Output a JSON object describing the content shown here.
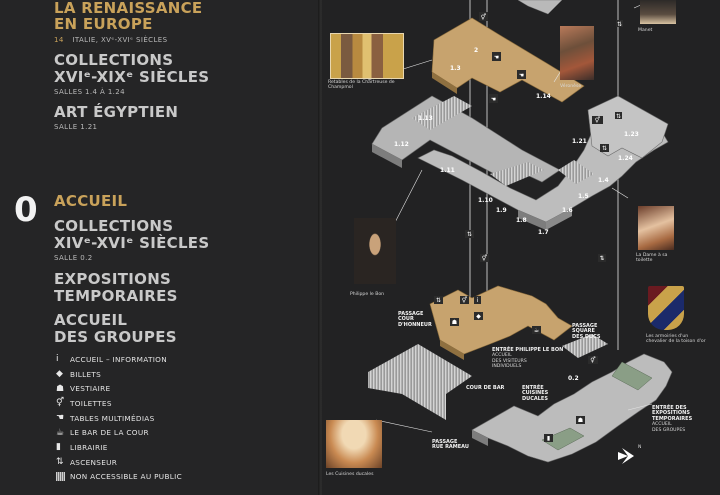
{
  "left": {
    "renaissance_line1": "LA RENAISSANCE",
    "renaissance_line2": "EN EUROPE",
    "renaissance_sub_num": "14",
    "renaissance_sub": "ITALIE, XVᵉ-XVIᵉ SIÈCLES",
    "collections_xvi_line1": "COLLECTIONS",
    "collections_xvi_line2": "XVIᵉ-XIXᵉ SIÈCLES",
    "collections_xvi_sub": "SALLES 1.4 À 1.24",
    "egypt_title": "ART ÉGYPTIEN",
    "egypt_sub": "SALLE 1.21",
    "floor_number": "0",
    "accueil": "ACCUEIL",
    "collections_xiv_line1": "COLLECTIONS",
    "collections_xiv_line2": "XIVᵉ-XVIᵉ SIÈCLES",
    "collections_xiv_sub": "SALLE 0.2",
    "expo_line1": "EXPOSITIONS",
    "expo_line2": "TEMPORAIRES",
    "groupes_line1": "ACCUEIL",
    "groupes_line2": "DES GROUPES"
  },
  "legend": [
    {
      "icon": "info-icon",
      "glyph": "i",
      "label": "ACCUEIL – INFORMATION"
    },
    {
      "icon": "ticket-icon",
      "glyph": "◆",
      "label": "BILLETS"
    },
    {
      "icon": "cloakroom-icon",
      "glyph": "☗",
      "label": "VESTIAIRE"
    },
    {
      "icon": "toilets-icon",
      "glyph": "⚥",
      "label": "TOILETTES"
    },
    {
      "icon": "multimedia-table-icon",
      "glyph": "☚",
      "label": "TABLES MULTIMÉDIAS"
    },
    {
      "icon": "bar-icon",
      "glyph": "☕",
      "label": "LE BAR DE LA COUR"
    },
    {
      "icon": "bookshop-icon",
      "glyph": "▮",
      "label": "LIBRAIRIE"
    },
    {
      "icon": "elevator-icon",
      "glyph": "⇅",
      "label": "ASCENSEUR"
    },
    {
      "icon": "hatch-icon",
      "glyph": "",
      "label": "NON ACCESSIBLE AU PUBLIC"
    }
  ],
  "map": {
    "rooms_upper": [
      "2",
      "1.3",
      "1.14",
      "1.13",
      "1.12",
      "1.11",
      "1.10",
      "1.9",
      "1.8",
      "1.7",
      "1.6",
      "1.5",
      "1.4",
      "1.21",
      "1.23",
      "1.24"
    ],
    "rooms_lower": [
      "0.2"
    ],
    "artworks": {
      "manet": "Manet",
      "veronese": "Véronèse",
      "champmol": "Retables de la Chartreuse de Champmol",
      "philippe": "Philippe le Bon",
      "dame": "La Dame à sa toilette",
      "armoiries": "Les armoiries d'un chevalier de la toison d'or",
      "cuisines": "Les Cuisines ducales"
    },
    "places": {
      "passage_cour_line1": "PASSAGE",
      "passage_cour_line2": "COUR",
      "passage_cour_line3": "D'HONNEUR",
      "entree_philippe_line1": "ENTRÉE PHILIPPE LE BON",
      "entree_philippe_line2": "ACCUEIL",
      "entree_philippe_line3": "DES VISITEURS",
      "entree_philippe_line4": "INDIVIDUELS",
      "passage_ducs_line1": "PASSAGE",
      "passage_ducs_line2": "SQUARE",
      "passage_ducs_line3": "DES DUCS",
      "cour_de_bar": "COUR DE BAR",
      "entree_cuisines_line1": "ENTRÉE",
      "entree_cuisines_line2": "CUISINES",
      "entree_cuisines_line3": "DUCALES",
      "passage_rameau_line1": "PASSAGE",
      "passage_rameau_line2": "RUE RAMEAU",
      "entree_expo_line1": "ENTRÉE DES",
      "entree_expo_line2": "EXPOSITIONS",
      "entree_expo_line3": "TEMPORAIRES",
      "entree_expo_line4": "ACCUEIL",
      "entree_expo_line5": "DES GROUPES"
    },
    "compass": "N"
  },
  "colors": {
    "gold": "#c9a25a",
    "tan_floor": "#c7a36e",
    "grey_floor": "#b9b9b9",
    "green_floor": "#8a9e86"
  }
}
